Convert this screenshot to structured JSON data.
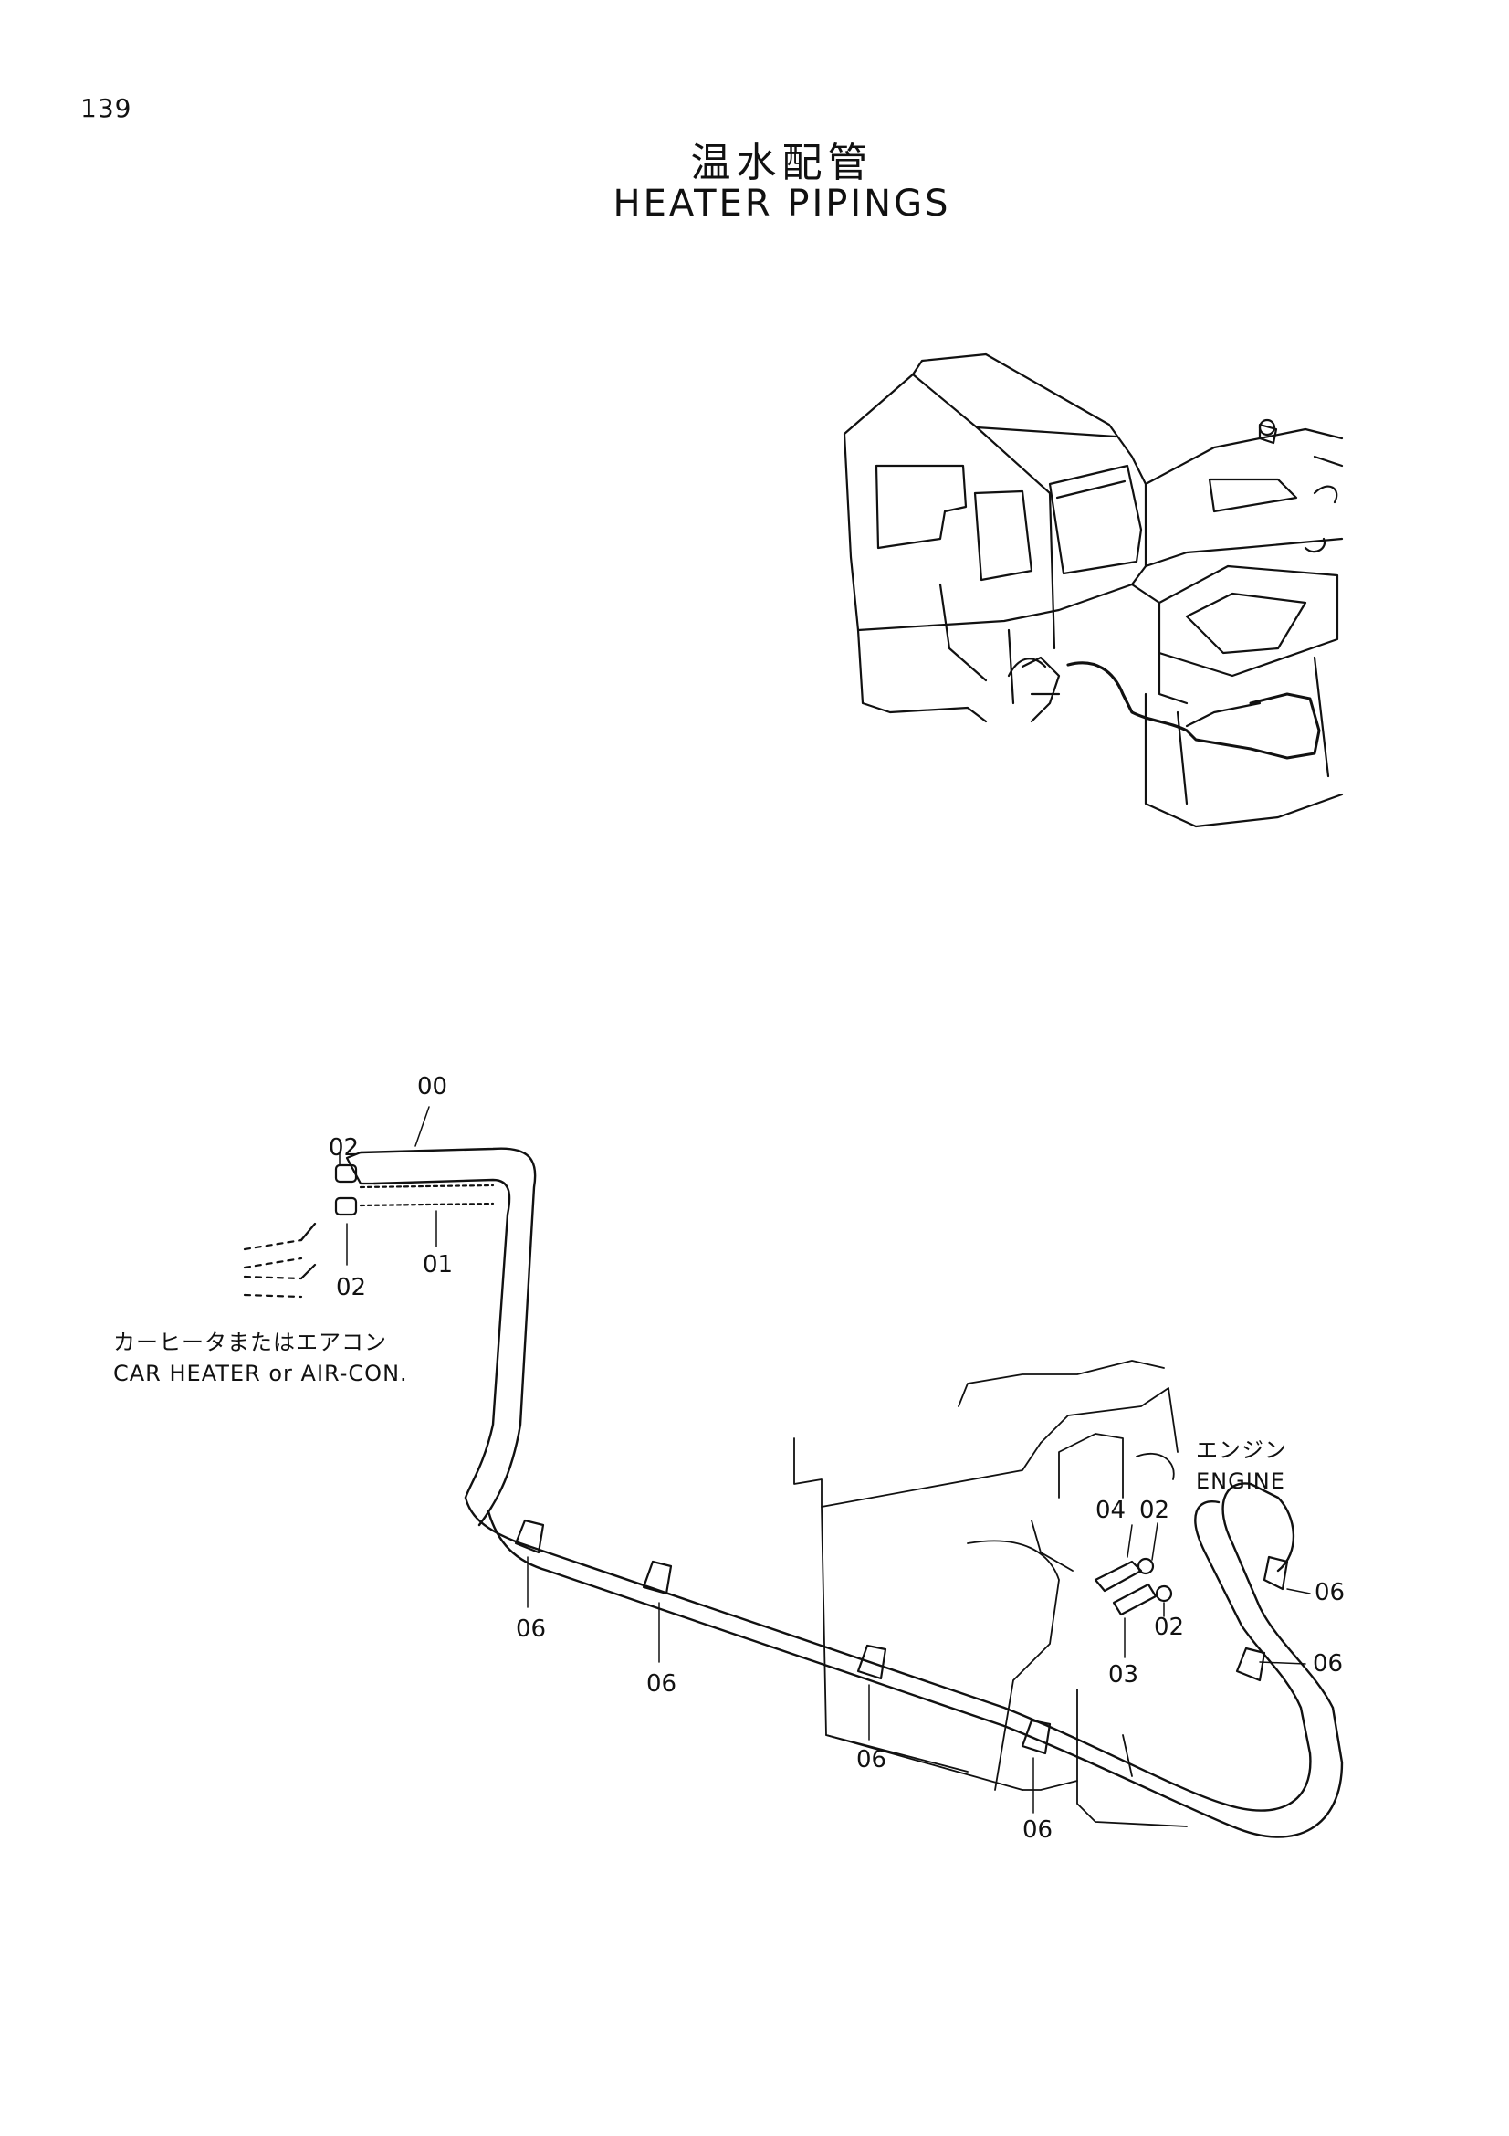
{
  "page_number": "139",
  "title": {
    "japanese": "温水配管",
    "english": "HEATER PIPINGS"
  },
  "labels": {
    "car_heater_jp": "カーヒータまたはエアコン",
    "car_heater_en": "CAR HEATER or AIR-CON.",
    "engine_jp": "エンジン",
    "engine_en": "ENGINE"
  },
  "callouts": {
    "c00": "00",
    "c01": "01",
    "c02_top": "02",
    "c02_bottom": "02",
    "c02_engine_top": "02",
    "c02_engine_bottom": "02",
    "c03": "03",
    "c04": "04",
    "c06_a": "06",
    "c06_b": "06",
    "c06_c": "06",
    "c06_d": "06",
    "c06_e": "06",
    "c06_f": "06"
  }
}
